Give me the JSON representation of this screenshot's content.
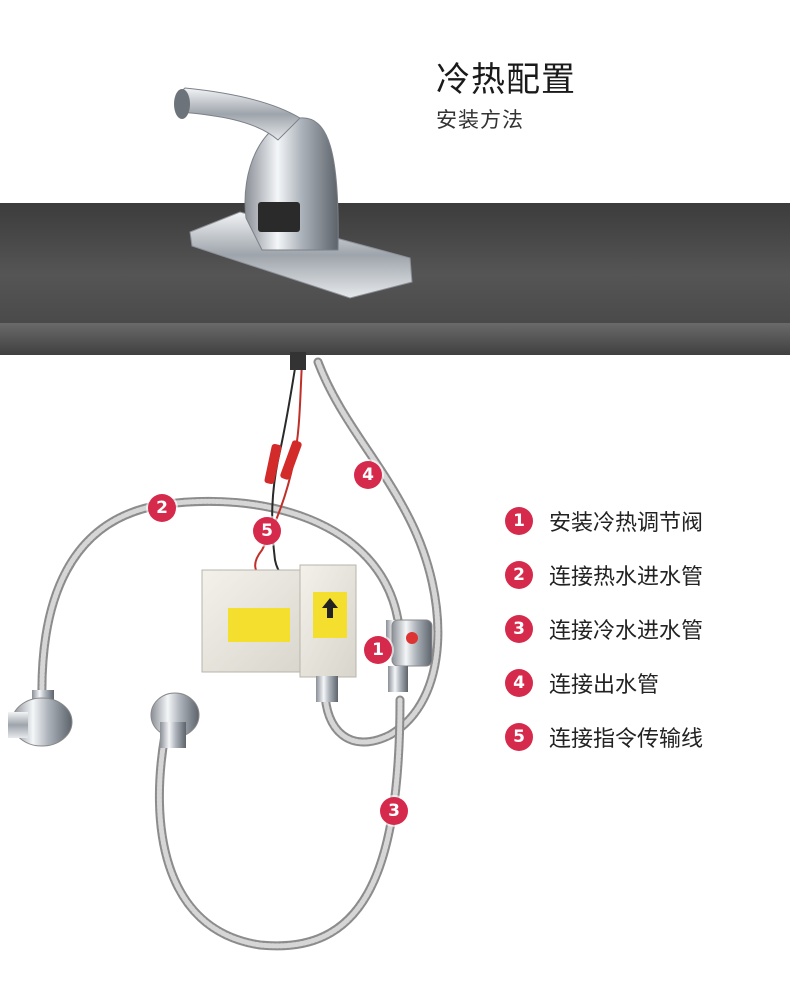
{
  "header": {
    "title": "冷热配置",
    "subtitle": "安装方法"
  },
  "legend": [
    {
      "num": "1",
      "text": "安装冷热调节阀"
    },
    {
      "num": "2",
      "text": "连接热水进水管"
    },
    {
      "num": "3",
      "text": "连接冷水进水管"
    },
    {
      "num": "4",
      "text": "连接出水管"
    },
    {
      "num": "5",
      "text": "连接指令传输线"
    }
  ],
  "markers": [
    "1",
    "2",
    "3",
    "4",
    "5"
  ],
  "colors": {
    "marker": "#d62a4c",
    "counter": "#4a4a4a",
    "hose": "#b9b9b9"
  }
}
